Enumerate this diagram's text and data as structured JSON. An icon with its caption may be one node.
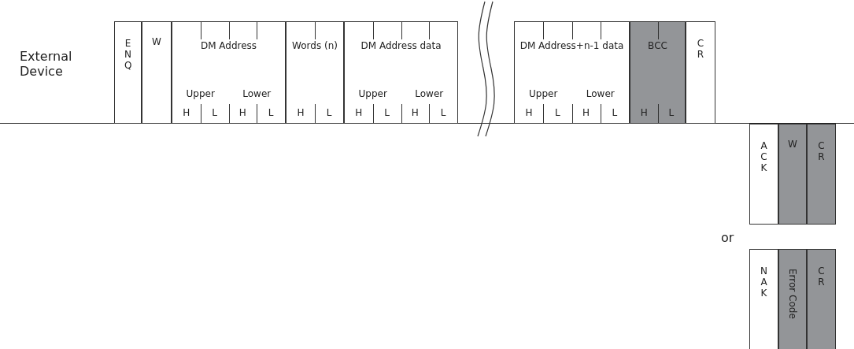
{
  "diagram": {
    "nodes": [
      {
        "text": [
          "ENQ"
        ]
      },
      {
        "text": [
          "W"
        ]
      },
      {
        "text": [
          "DM Address",
          "Upper",
          "Lower",
          "H",
          "L",
          "H",
          "L"
        ]
      },
      {
        "text": [
          "Words (n)",
          "H",
          "L"
        ]
      },
      {
        "text": [
          "DM Address data",
          "Upper",
          "Lower",
          "H",
          "L",
          "H",
          "L"
        ]
      },
      {
        "text": [
          "DM Address+n-1 data",
          "Upper",
          "Lower",
          "H",
          "L",
          "H",
          "L"
        ]
      },
      {
        "text": [
          "BCC",
          "H",
          "L"
        ]
      },
      {
        "text": [
          "CR"
        ]
      },
      {
        "text": [
          "ACK"
        ]
      },
      {
        "text": [
          "W"
        ]
      },
      {
        "text": [
          "CR"
        ]
      },
      {
        "text": [
          "NAK"
        ]
      },
      {
        "text": [
          "Error Code"
        ]
      },
      {
        "text": [
          "CR"
        ]
      }
    ],
    "labels": [
      "External Device",
      "or"
    ]
  }
}
